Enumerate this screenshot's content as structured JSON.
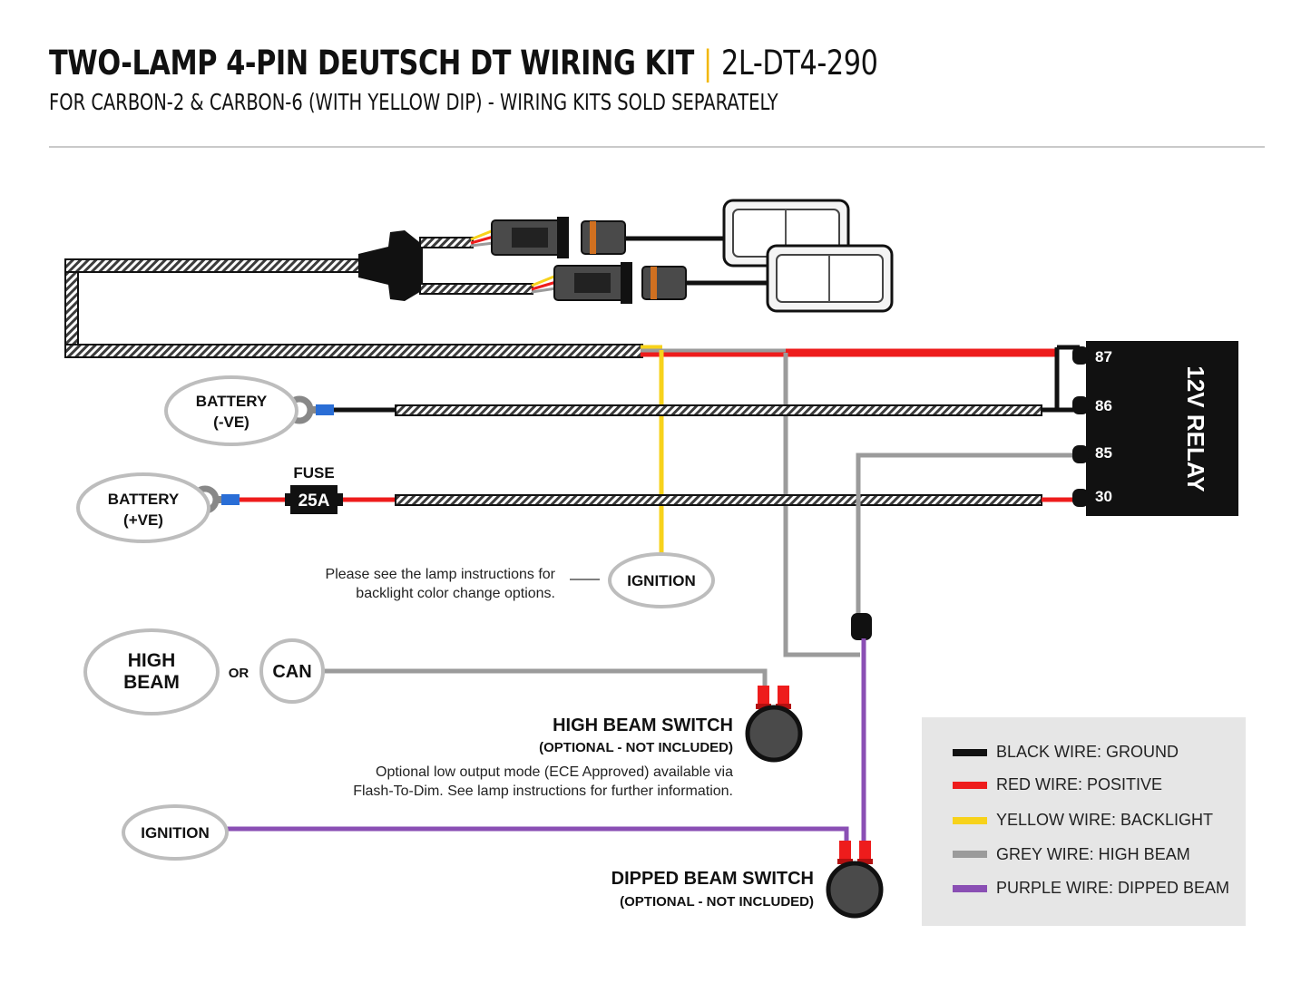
{
  "header": {
    "title_main": "TWO-LAMP 4-PIN DEUTSCH DT WIRING KIT",
    "title_separator": "|",
    "title_code": "2L-DT4-290",
    "subtitle": "FOR CARBON-2 & CARBON-6 (WITH YELLOW DIP) - WIRING KITS SOLD SEPARATELY"
  },
  "relay": {
    "label": "12V RELAY",
    "pins": [
      "87",
      "86",
      "85",
      "30"
    ]
  },
  "battery_negative": {
    "line1": "BATTERY",
    "line2": "(-VE)"
  },
  "battery_positive": {
    "line1": "BATTERY",
    "line2": "(+VE)"
  },
  "fuse": {
    "label": "FUSE",
    "value": "25A"
  },
  "ignition_backlight": {
    "label": "IGNITION",
    "note_line1": "Please see the lamp instructions for",
    "note_line2": "backlight color change options."
  },
  "high_beam_source": {
    "line1": "HIGH",
    "line2": "BEAM",
    "or": "OR",
    "can": "CAN"
  },
  "high_beam_switch": {
    "title": "HIGH BEAM SWITCH",
    "subtitle": "(OPTIONAL  - NOT INCLUDED)",
    "note_line1": "Optional low output mode (ECE Approved) available via",
    "note_line2": "Flash-To-Dim. See lamp instructions for further information."
  },
  "ignition_dipped": {
    "label": "IGNITION"
  },
  "dipped_beam_switch": {
    "title": "DIPPED BEAM SWITCH",
    "subtitle": "(OPTIONAL  - NOT INCLUDED)"
  },
  "legend": {
    "items": [
      {
        "label": "BLACK WIRE: GROUND",
        "color": "#111111"
      },
      {
        "label": "RED WIRE: POSITIVE",
        "color": "#ee1c1c"
      },
      {
        "label": "YELLOW WIRE: BACKLIGHT",
        "color": "#f7d21b"
      },
      {
        "label": "GREY WIRE: HIGH BEAM",
        "color": "#9b9b9b"
      },
      {
        "label": "PURPLE WIRE: DIPPED BEAM",
        "color": "#8a4fb4"
      }
    ]
  },
  "colors": {
    "black": "#111111",
    "red": "#ee1c1c",
    "yellow": "#f7d21b",
    "grey": "#9b9b9b",
    "purple": "#8a4fb4",
    "accent": "#f2b705",
    "terminal": "#2a6ed6"
  }
}
